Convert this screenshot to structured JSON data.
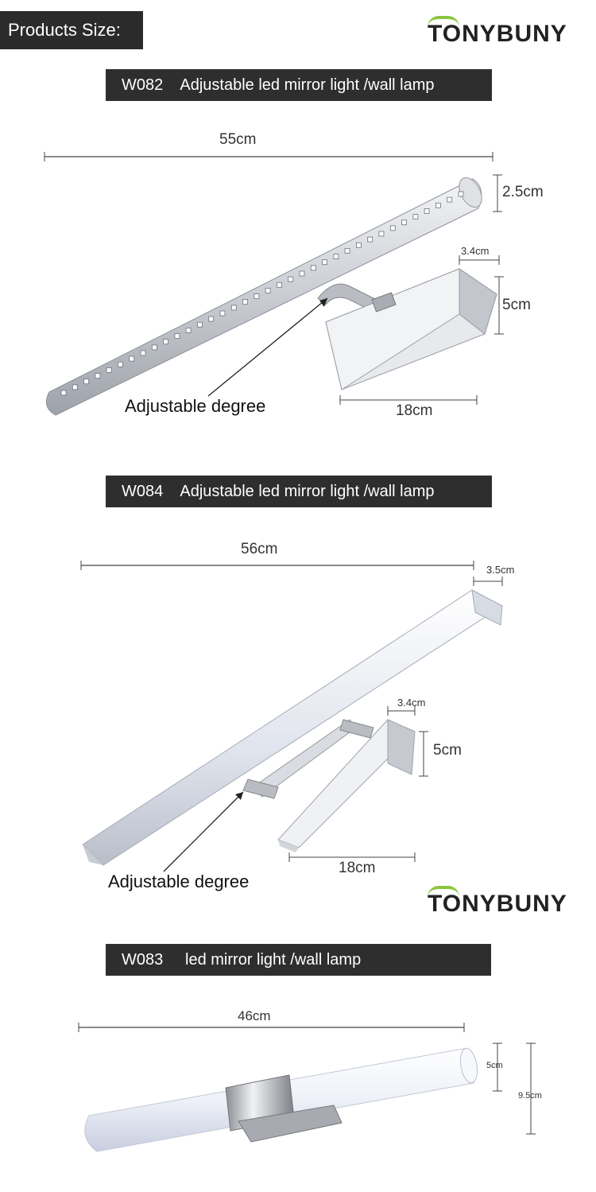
{
  "header": {
    "tag": "Products Size:"
  },
  "brand": {
    "logo_text": "TONYBUNY"
  },
  "products": [
    {
      "banner": "W082    Adjustable led mirror light /wall lamp",
      "dims": {
        "length": "55cm",
        "diameter": "2.5cm",
        "depth": "3.4cm",
        "height": "5cm",
        "width": "18cm"
      },
      "annotation": "Adjustable degree"
    },
    {
      "banner": "W084    Adjustable led mirror light /wall lamp",
      "dims": {
        "length": "56cm",
        "depth_top": "3.5cm",
        "depth": "3.4cm",
        "height": "5cm",
        "width": "18cm"
      },
      "annotation": "Adjustable degree"
    },
    {
      "banner": "W083     led mirror light /wall lamp",
      "dims": {
        "length": "46cm",
        "tube_height": "5cm",
        "total_height": "9.5cm"
      }
    }
  ],
  "colors": {
    "banner_bg": "#2e2e2e",
    "accent_green": "#8cc63f",
    "metal": "#c8ccd4"
  }
}
